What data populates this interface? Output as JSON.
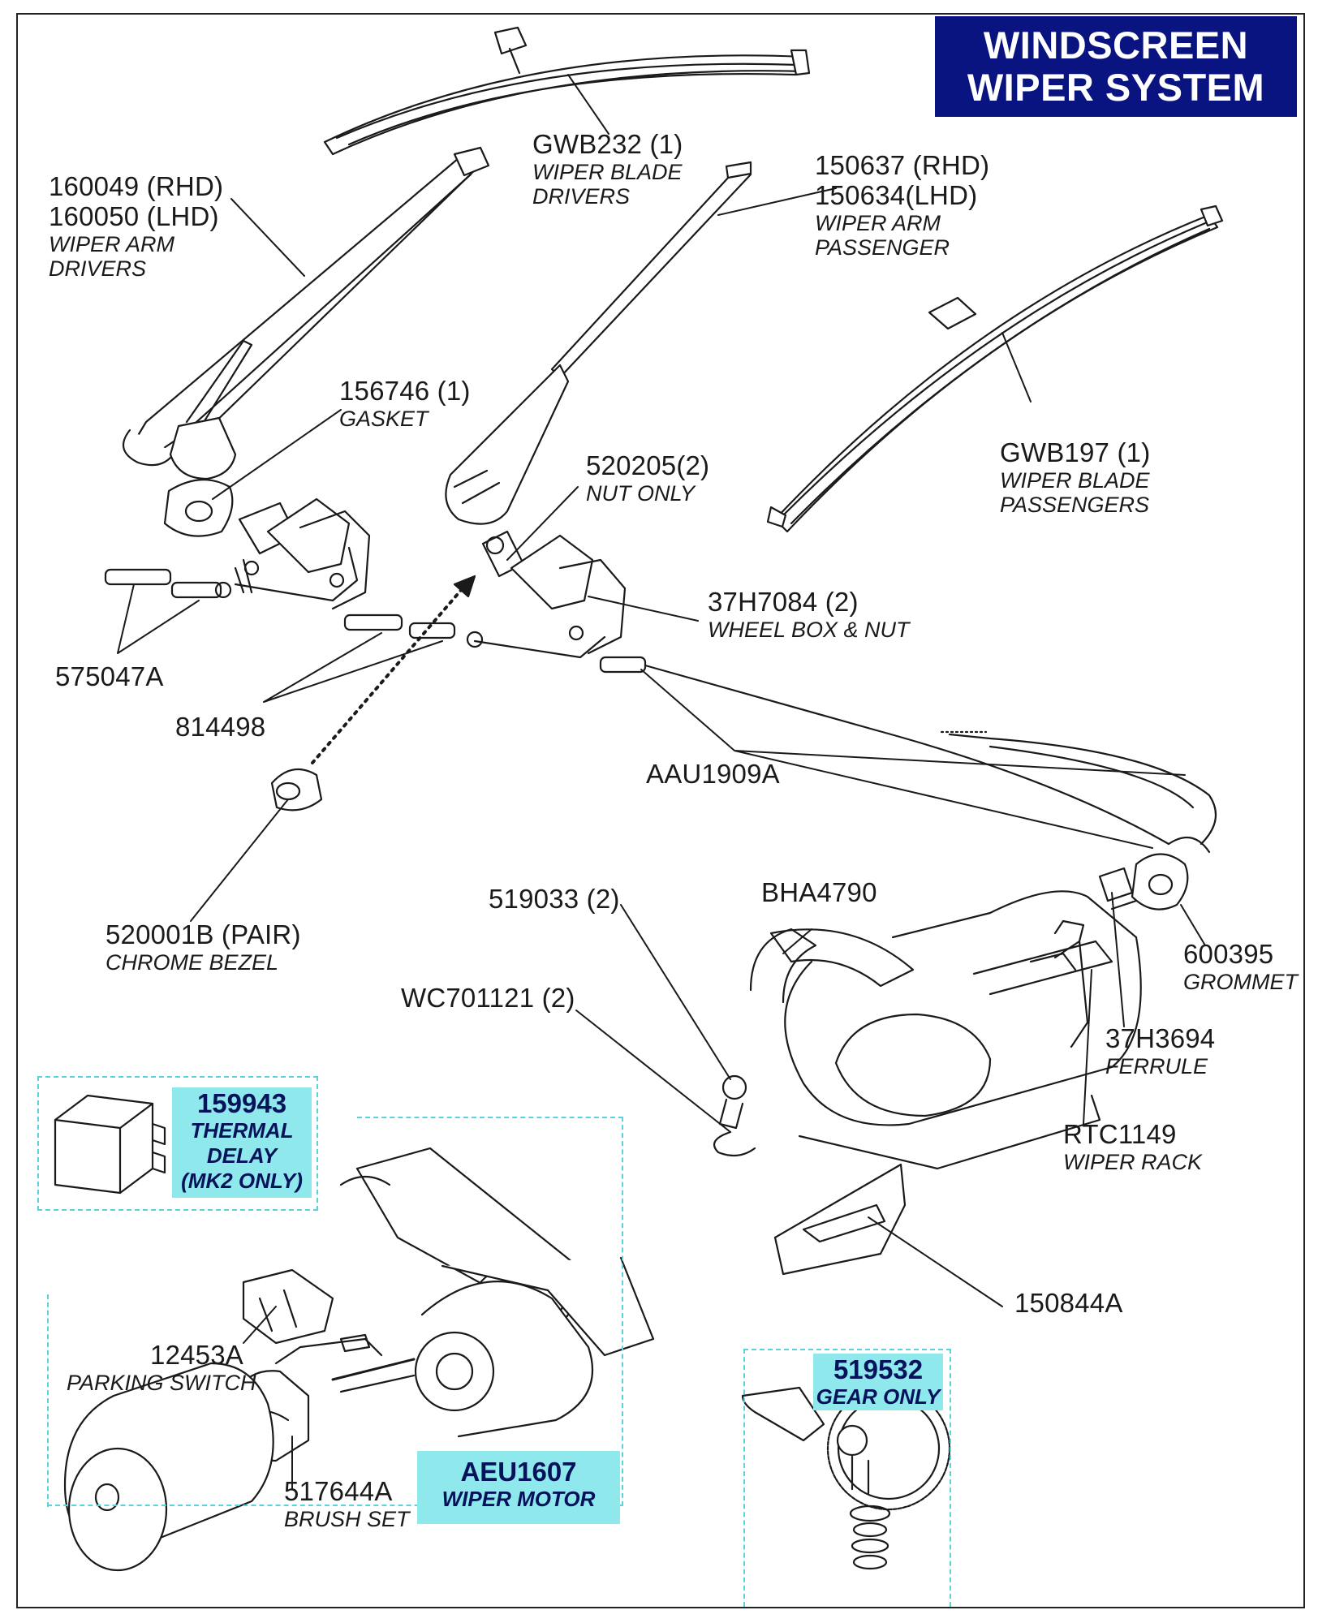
{
  "title": [
    "WINDSCREEN",
    "WIPER SYSTEM"
  ],
  "parts": {
    "gwb232": {
      "lines": [
        "GWB232 (1)"
      ],
      "desc": [
        "WIPER BLADE",
        "DRIVERS"
      ]
    },
    "arm_drivers": {
      "lines": [
        "160049 (RHD)",
        "160050 (LHD)"
      ],
      "desc": [
        "WIPER ARM",
        "DRIVERS"
      ]
    },
    "arm_passenger": {
      "lines": [
        "150637 (RHD)",
        "150634(LHD)"
      ],
      "desc": [
        "WIPER ARM",
        "PASSENGER"
      ]
    },
    "gasket": {
      "lines": [
        "156746 (1)"
      ],
      "desc": [
        "GASKET"
      ]
    },
    "nut": {
      "lines": [
        "520205(2)"
      ],
      "desc": [
        "NUT ONLY"
      ]
    },
    "gwb197": {
      "lines": [
        "GWB197 (1)"
      ],
      "desc": [
        "WIPER BLADE",
        "PASSENGERS"
      ]
    },
    "wheelbox": {
      "lines": [
        "37H7084 (2)"
      ],
      "desc": [
        "WHEEL BOX & NUT"
      ]
    },
    "p575047a": {
      "lines": [
        "575047A"
      ],
      "desc": []
    },
    "p814498": {
      "lines": [
        "814498"
      ],
      "desc": []
    },
    "aau1909a": {
      "lines": [
        "AAU1909A"
      ],
      "desc": []
    },
    "bezel": {
      "lines": [
        "520001B (PAIR)"
      ],
      "desc": [
        "CHROME BEZEL"
      ]
    },
    "p519033": {
      "lines": [
        "519033 (2)"
      ],
      "desc": []
    },
    "bha4790": {
      "lines": [
        "BHA4790"
      ],
      "desc": []
    },
    "grommet": {
      "lines": [
        "600395"
      ],
      "desc": [
        "GROMMET"
      ]
    },
    "wc701121": {
      "lines": [
        "WC701121 (2)"
      ],
      "desc": []
    },
    "ferrule": {
      "lines": [
        "37H3694"
      ],
      "desc": [
        "FERRULE"
      ]
    },
    "rack": {
      "lines": [
        "RTC1149"
      ],
      "desc": [
        "WIPER RACK"
      ]
    },
    "p150844a": {
      "lines": [
        "150844A"
      ],
      "desc": []
    },
    "parking": {
      "lines": [
        "12453A"
      ],
      "desc": [
        "PARKING SWITCH"
      ]
    },
    "brush": {
      "lines": [
        "517644A"
      ],
      "desc": [
        "BRUSH SET"
      ]
    }
  },
  "callouts": {
    "thermal": {
      "part": "159943",
      "desc": [
        "THERMAL",
        "DELAY",
        "(MK2 ONLY)"
      ]
    },
    "gear": {
      "part": "519532",
      "desc": [
        "GEAR ONLY"
      ]
    },
    "motor": {
      "part": "AEU1607",
      "desc": [
        "WIPER MOTOR"
      ]
    }
  },
  "colors": {
    "title_bg": "#0a1480",
    "callout_bg": "#8ee8ec",
    "dash": "#5ad3dc"
  }
}
